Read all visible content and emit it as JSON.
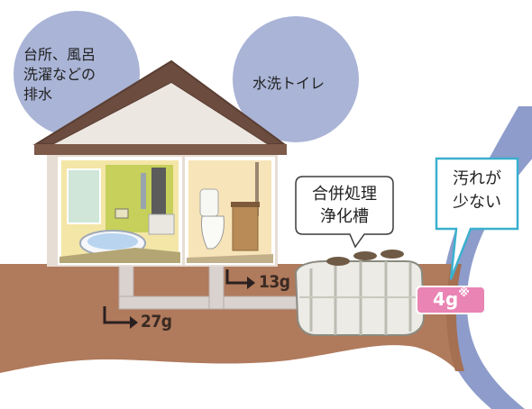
{
  "bubbles": {
    "kitchen_bath": [
      "台所、風呂",
      "洗濯などの",
      "排水"
    ],
    "toilet": "水洗トイレ"
  },
  "callouts": {
    "septic_tank": [
      "合併処理",
      "浄化槽"
    ],
    "less_dirt": [
      "汚れが",
      "少ない"
    ]
  },
  "amounts": {
    "domestic": "27g",
    "toilet": "13g",
    "output": "4g",
    "output_note_mark": "※"
  },
  "colors": {
    "sky_circle": "#a9b4d6",
    "river": "#8d9ccb",
    "soil": "#b07a5c",
    "pipe": "#d9d2cf",
    "roof": "#6b4c3f",
    "badge": "#e984b4",
    "callout_border": "#3ab0cf"
  }
}
